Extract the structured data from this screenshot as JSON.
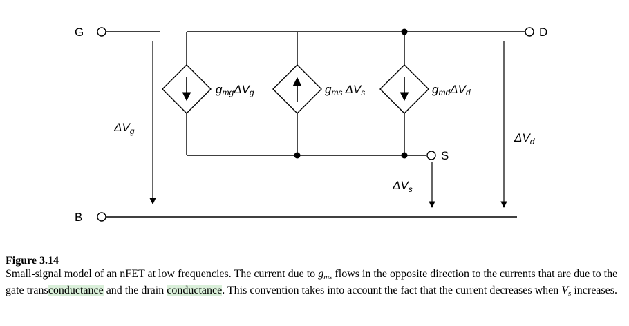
{
  "terminals": {
    "G": "G",
    "D": "D",
    "S": "S",
    "B": "B"
  },
  "sources": [
    {
      "g": "g",
      "sub": "mg",
      "delta": "ΔV",
      "dsub": "g",
      "direction": "down"
    },
    {
      "g": "g",
      "sub": "ms",
      "delta": "ΔV",
      "dsub": "s",
      "direction": "up"
    },
    {
      "g": "g",
      "sub": "md",
      "delta": "ΔV",
      "dsub": "d",
      "direction": "down"
    }
  ],
  "voltages": {
    "vg": {
      "delta": "ΔV",
      "sub": "g"
    },
    "vs": {
      "delta": "ΔV",
      "sub": "s"
    },
    "vd": {
      "delta": "ΔV",
      "sub": "d"
    }
  },
  "caption": {
    "title": "Figure 3.14",
    "p1": "Small-signal model of an nFET at low frequencies. The current due to ",
    "g": "g",
    "gsub": "ms",
    "p2": " flows in the opposite direction to the currents that are due to the gate trans",
    "hl1": "conductance",
    "p3": " and the drain ",
    "hl2": "conductance",
    "p4": ". This convention takes into account the fact that the current decreases when ",
    "v": "V",
    "vsub": "s",
    "p5": " increases."
  }
}
